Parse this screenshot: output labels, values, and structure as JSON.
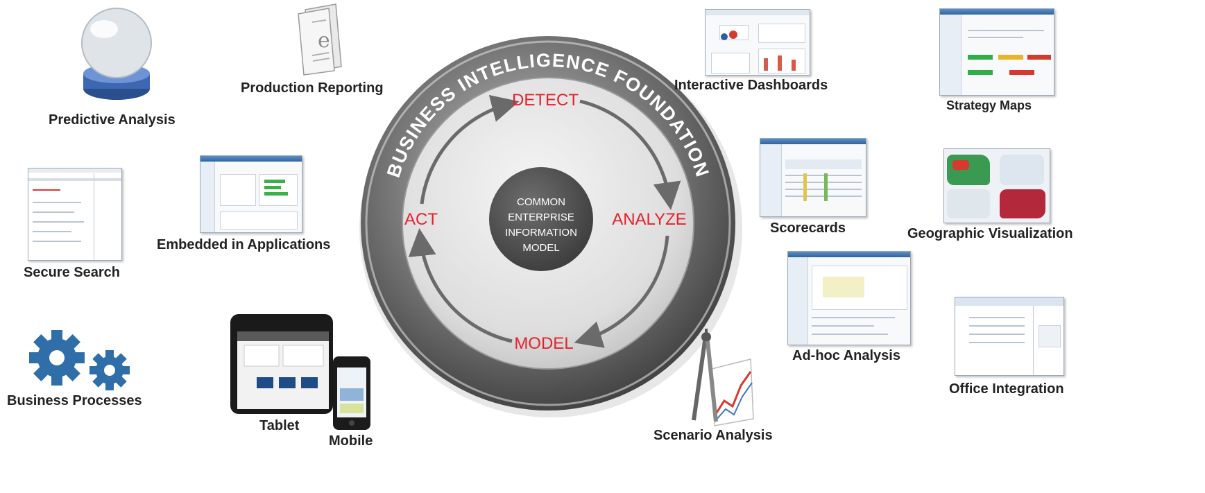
{
  "diagram": {
    "ring_title": "BUSINESS INTELLIGENCE FOUNDATION",
    "center_lines": [
      "COMMON",
      "ENTERPRISE",
      "INFORMATION",
      "MODEL"
    ],
    "cycle": {
      "detect": "DETECT",
      "analyze": "ANALYZE",
      "model": "MODEL",
      "act": "ACT"
    }
  },
  "capabilities": {
    "predictive_analysis": "Predictive Analysis",
    "production_reporting": "Production Reporting",
    "interactive_dashboards": "Interactive Dashboards",
    "strategy_maps": "Strategy Maps",
    "secure_search": "Secure Search",
    "embedded_in_applications": "Embedded in Applications",
    "scorecards": "Scorecards",
    "geographic_visualization": "Geographic Visualization",
    "ad_hoc_analysis": "Ad-hoc Analysis",
    "office_integration": "Office Integration",
    "business_processes": "Business Processes",
    "tablet": "Tablet",
    "mobile": "Mobile",
    "scenario_analysis": "Scenario Analysis"
  },
  "colors": {
    "accent_red": "#e8202a",
    "ring_dark": "#5a5a5a",
    "center_dark": "#555555",
    "gear_blue": "#2f6ea8"
  }
}
